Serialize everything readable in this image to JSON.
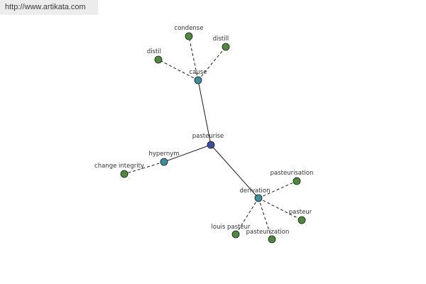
{
  "header": {
    "url": "http://www.artikata.com"
  },
  "colors": {
    "center": "#3f4ea0",
    "relation": "#3b8e9a",
    "word": "#4d8a3c"
  },
  "graph": {
    "center": {
      "id": "pasteurise",
      "label": "pasteurise"
    },
    "relations": [
      {
        "id": "cause",
        "label": "cause"
      },
      {
        "id": "hypernym",
        "label": "hypernym"
      },
      {
        "id": "derivation",
        "label": "derivation"
      }
    ],
    "words": [
      {
        "id": "condense",
        "label": "condense",
        "relation": "cause"
      },
      {
        "id": "distill",
        "label": "distill",
        "relation": "cause"
      },
      {
        "id": "distil",
        "label": "distil",
        "relation": "cause"
      },
      {
        "id": "change-integrity",
        "label": "change integrity",
        "relation": "hypernym"
      },
      {
        "id": "pasteurisation",
        "label": "pasteurisation",
        "relation": "derivation"
      },
      {
        "id": "pasteur",
        "label": "pasteur",
        "relation": "derivation"
      },
      {
        "id": "louis-pasteur",
        "label": "louis pasteur",
        "relation": "derivation"
      },
      {
        "id": "pasteurization",
        "label": "pasteurization",
        "relation": "derivation"
      }
    ]
  }
}
